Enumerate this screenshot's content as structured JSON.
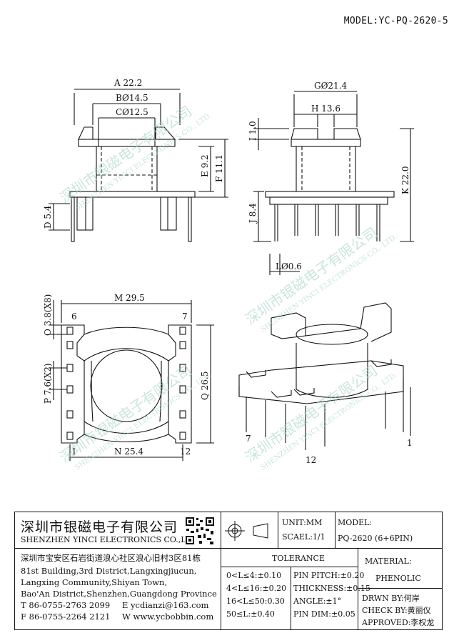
{
  "header": {
    "model": "MODEL:YC-PQ-2620-5"
  },
  "watermark": {
    "cn": "深圳市银磁电子有限公司",
    "en": "SHENZHEN YINCI ELECTRONICS CO., LTD."
  },
  "dimensions": {
    "A": "A 22.2",
    "B": "BØ14.5",
    "C": "CØ12.5",
    "D": "D 5.4",
    "E": "E 9.2",
    "F": "F 11.1",
    "G": "GØ21.4",
    "H": "H 13.6",
    "I": "I 1.0",
    "J": "J 8.4",
    "K": "K 22.0",
    "L": "LØ0.6",
    "M": "M 29.5",
    "N": "N 25.4",
    "O": "O 3.8(X8)",
    "P": "P 7.6(X2)",
    "Q": "Q 26.5"
  },
  "pins": {
    "p1": "1",
    "p6": "6",
    "p7": "7",
    "p12": "12",
    "iso7": "7",
    "iso1": "1",
    "iso12": "12"
  },
  "company": {
    "cn_name": "深圳市银磁电子有限公司",
    "en_name": "SHENZHEN YINCI ELECTRONICS CO.,LTD.",
    "address_cn": "深圳市宝安区石岩街道浪心社区浪心旧村3区81栋",
    "address_en1": "81st Building,3rd District,Langxingjiucun,",
    "address_en2": "Langxing Community,Shiyan Town,",
    "address_en3": "Bao'An District,Shenzhen,Guangdong Province",
    "tel": "T 86-0755-2763 2099",
    "email": "E ycdianzi@163.com",
    "fax": "F 86-0755-2264 2121",
    "web": "W www.ycbobbin.com"
  },
  "titleblock": {
    "unit": "UNIT:MM",
    "scale": "SCAEL:1/1",
    "model_label": "MODEL:",
    "model_value": "PQ-2620 (6+6PIN)",
    "tolerance_label": "TOLERANCE",
    "tol1": "0<L≤4:±0.10",
    "tol2": "4<L≤16:±0.20",
    "tol3": "16<L≤50:0.30",
    "tol4": "50≤L:±0.40",
    "pin_pitch": "PIN PITCH:±0.20",
    "thickness": "THICKNESS:±0.15",
    "angle": "ANGLE:±1°",
    "pin_dim": "PIN DIM:±0.05",
    "material_label": "MATERIAL:",
    "material_value": "PHENOLIC",
    "drawn": "DRWN BY:何岸",
    "check": "CHECK BY:黄丽仪",
    "approved": "APPROVED:李权龙"
  },
  "colors": {
    "ink": "#111111",
    "watermark": "#9fd2bf"
  }
}
